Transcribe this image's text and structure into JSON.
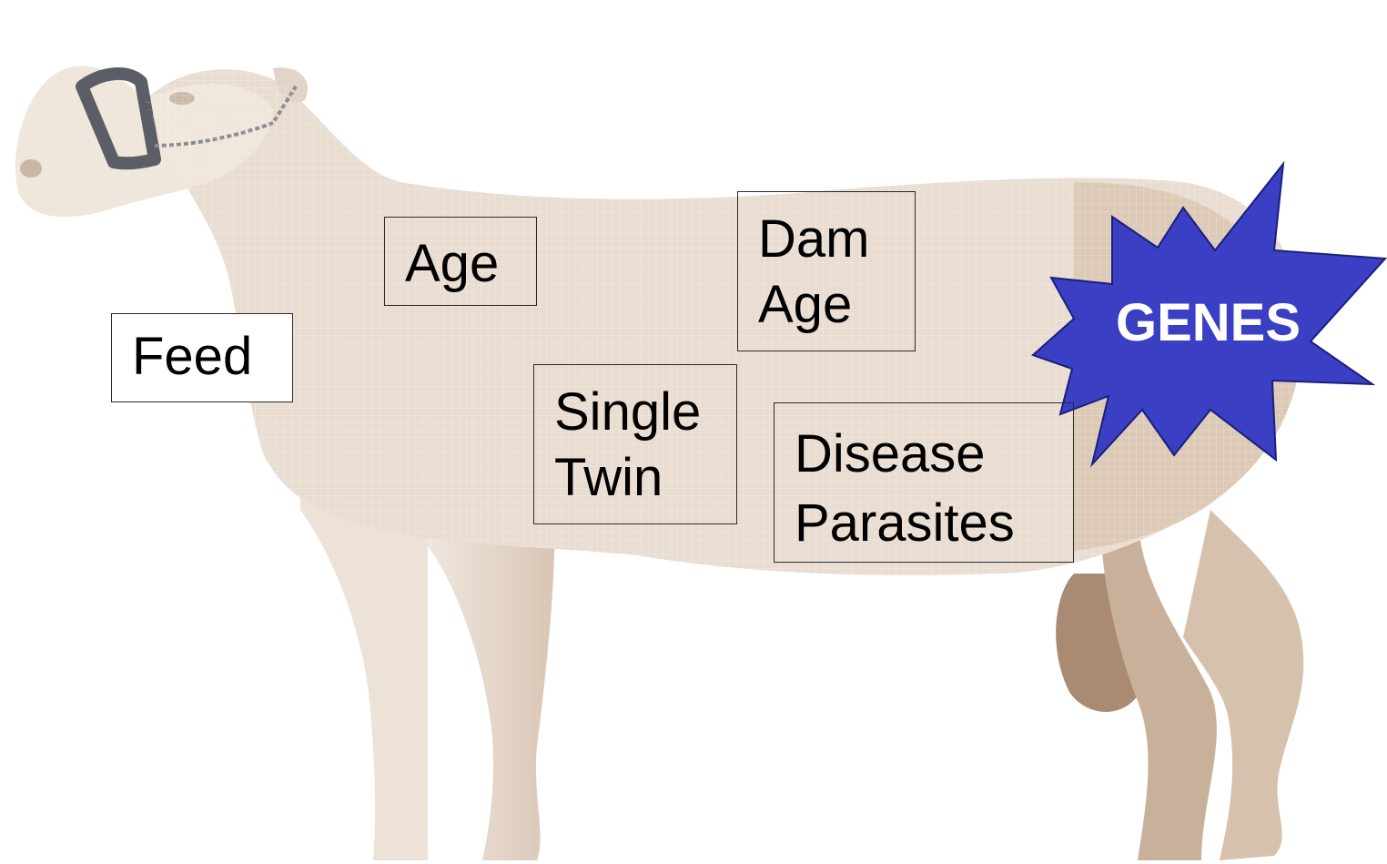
{
  "labels": {
    "feed": "Feed",
    "age": "Age",
    "single_twin": [
      "Single",
      "Twin"
    ],
    "dam_age": [
      "Dam",
      "Age"
    ],
    "disease_parasites": [
      "Disease",
      "Parasites"
    ]
  },
  "burst": {
    "text": "GENES",
    "fill_color": "#3a3fc4",
    "text_color": "#ffffff"
  },
  "animal": {
    "subject": "sheep",
    "body_color": "#e9ddd1",
    "shade_color": "#d8c6b5"
  }
}
